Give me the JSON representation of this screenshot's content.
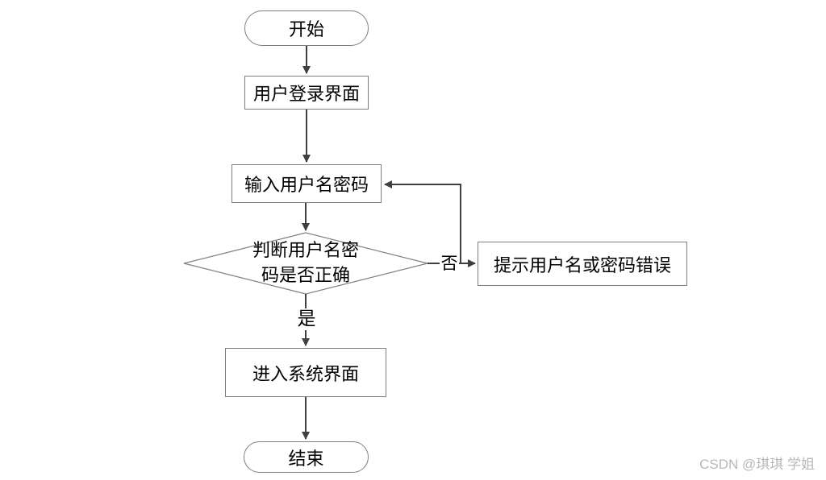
{
  "flowchart": {
    "nodes": {
      "start": {
        "label": "开始",
        "type": "terminator"
      },
      "login_screen": {
        "label": "用户登录界面",
        "type": "process"
      },
      "input_credentials": {
        "label": "输入用户名密码",
        "type": "process"
      },
      "check_credentials": {
        "label": "判断用户名密码是否正确",
        "lines": [
          "判断用户名密",
          "码是否正确"
        ],
        "type": "decision"
      },
      "error_prompt": {
        "label": "提示用户名或密码错误",
        "type": "process"
      },
      "system_screen": {
        "label": "进入系统界面",
        "type": "process"
      },
      "end": {
        "label": "结束",
        "type": "terminator"
      }
    },
    "edge_labels": {
      "yes": "是",
      "no": "否"
    }
  },
  "watermark": {
    "text": "CSDN @琪琪 学姐"
  },
  "colors": {
    "background": "#ffffff",
    "node_border": "#7f7f7f",
    "connector": "#3f3f3f",
    "text": "#000000",
    "watermark": "#b8b8b8"
  }
}
